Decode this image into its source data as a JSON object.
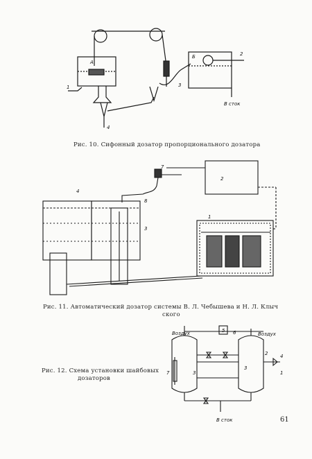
{
  "fig10": {
    "caption": "Рис. 10. Сифонный дозатор пропорционального дозатора",
    "labels": {
      "a": "А",
      "b": "Б",
      "n1": "1",
      "n2": "2",
      "n3": "3",
      "n4": "4",
      "drain": "В сток"
    }
  },
  "fig11": {
    "caption_line1": "Рис. 11. Автоматический дозатор системы В. Л. Чебышева и Н. Л. Клыч",
    "caption_line2": "ского",
    "labels": {
      "n1": "1",
      "n2": "2",
      "n3": "3",
      "n4": "4",
      "n7": "7",
      "n8": "8"
    }
  },
  "fig12": {
    "caption_line1": "Рис. 12. Схема установки шайбовых",
    "caption_line2": "дозаторов",
    "labels": {
      "air_left": "Воздух",
      "air_right": "Воздух",
      "n1": "1",
      "n2": "2",
      "n3a": "3",
      "n3b": "3",
      "n4": "4",
      "n5": "5",
      "n6": "6",
      "n7": "7",
      "drain": "В сток"
    }
  },
  "page_number": "61"
}
